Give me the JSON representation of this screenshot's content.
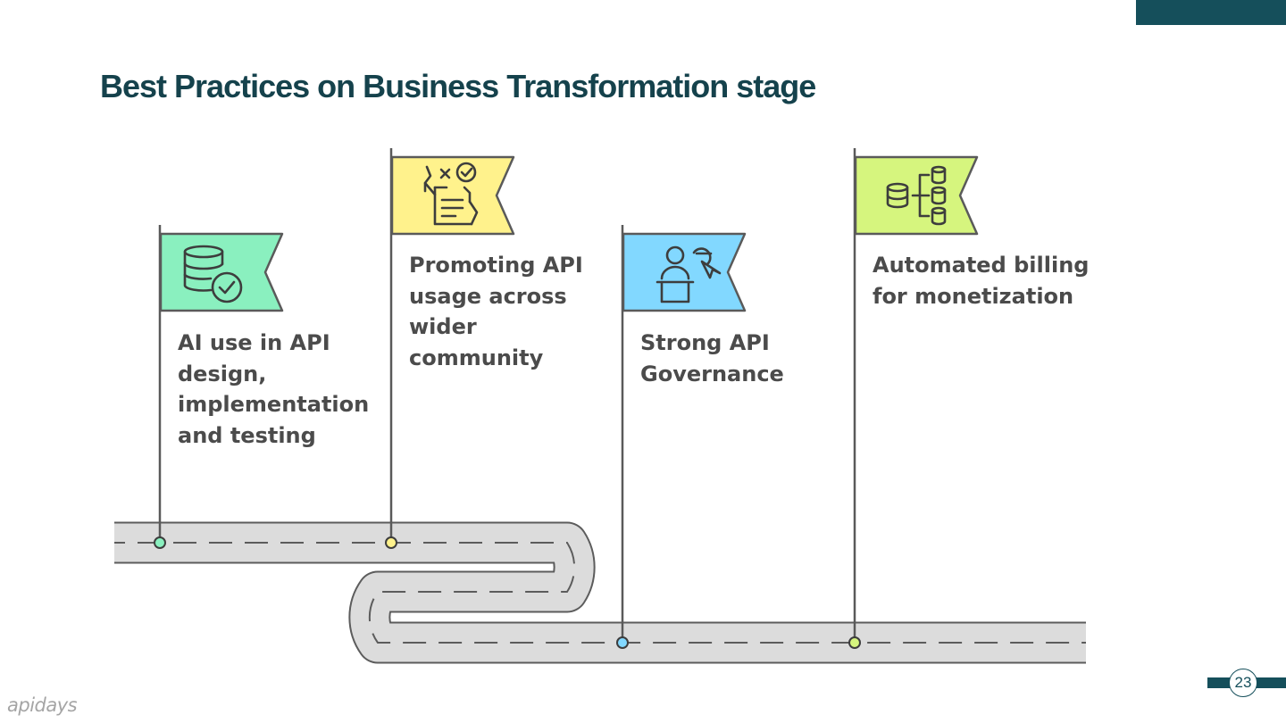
{
  "page": {
    "title": "Best Practices on Business Transformation stage",
    "page_number": "23",
    "logo_text": "apidays"
  },
  "milestones": [
    {
      "label_lines": [
        "AI use in API",
        "design,",
        "implementation",
        "and testing"
      ],
      "icon": "database-check-icon",
      "flag_color": "#8af0bf"
    },
    {
      "label_lines": [
        "Promoting API",
        "usage across",
        "wider",
        "community"
      ],
      "icon": "document-approval-icon",
      "flag_color": "#fff28c"
    },
    {
      "label_lines": [
        "Strong API",
        "Governance"
      ],
      "icon": "speaker-podium-icon",
      "flag_color": "#82d8ff"
    },
    {
      "label_lines": [
        "Automated billing",
        "for monetization"
      ],
      "icon": "database-distribution-icon",
      "flag_color": "#d6f57e"
    }
  ],
  "colors": {
    "title": "#15424c",
    "accent_bar": "#154f5b",
    "road_fill": "#dcdcdc",
    "road_edge": "#5c5c5c",
    "label_text": "#4b4b4b"
  }
}
